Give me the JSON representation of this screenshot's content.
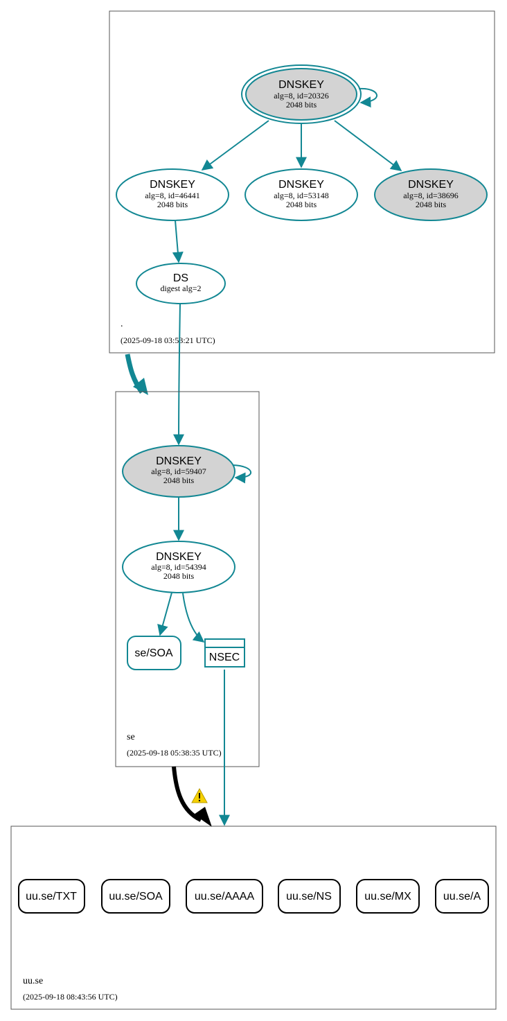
{
  "zones": {
    "root": {
      "name": ".",
      "timestamp": "(2025-09-18 03:53:21 UTC)",
      "ksk": {
        "title": "DNSKEY",
        "alg_id": "alg=8, id=20326",
        "bits": "2048 bits"
      },
      "zsk1": {
        "title": "DNSKEY",
        "alg_id": "alg=8, id=46441",
        "bits": "2048 bits"
      },
      "zsk2": {
        "title": "DNSKEY",
        "alg_id": "alg=8, id=53148",
        "bits": "2048 bits"
      },
      "zsk3": {
        "title": "DNSKEY",
        "alg_id": "alg=8, id=38696",
        "bits": "2048 bits"
      },
      "ds": {
        "title": "DS",
        "sub": "digest alg=2"
      }
    },
    "se": {
      "name": "se",
      "timestamp": "(2025-09-18 05:38:35 UTC)",
      "ksk": {
        "title": "DNSKEY",
        "alg_id": "alg=8, id=59407",
        "bits": "2048 bits"
      },
      "zsk": {
        "title": "DNSKEY",
        "alg_id": "alg=8, id=54394",
        "bits": "2048 bits"
      },
      "soa": "se/SOA",
      "nsec": "NSEC"
    },
    "uu": {
      "name": "uu.se",
      "timestamp": "(2025-09-18 08:43:56 UTC)",
      "rrsets": [
        "uu.se/TXT",
        "uu.se/SOA",
        "uu.se/AAAA",
        "uu.se/NS",
        "uu.se/MX",
        "uu.se/A"
      ]
    }
  },
  "colors": {
    "accent": "#128793",
    "key_fill_grey": "#d3d3d3",
    "zone_border": "#555555",
    "warning": "#f5d000"
  },
  "icons": {
    "delegation_warning": "warning-triangle-icon"
  }
}
